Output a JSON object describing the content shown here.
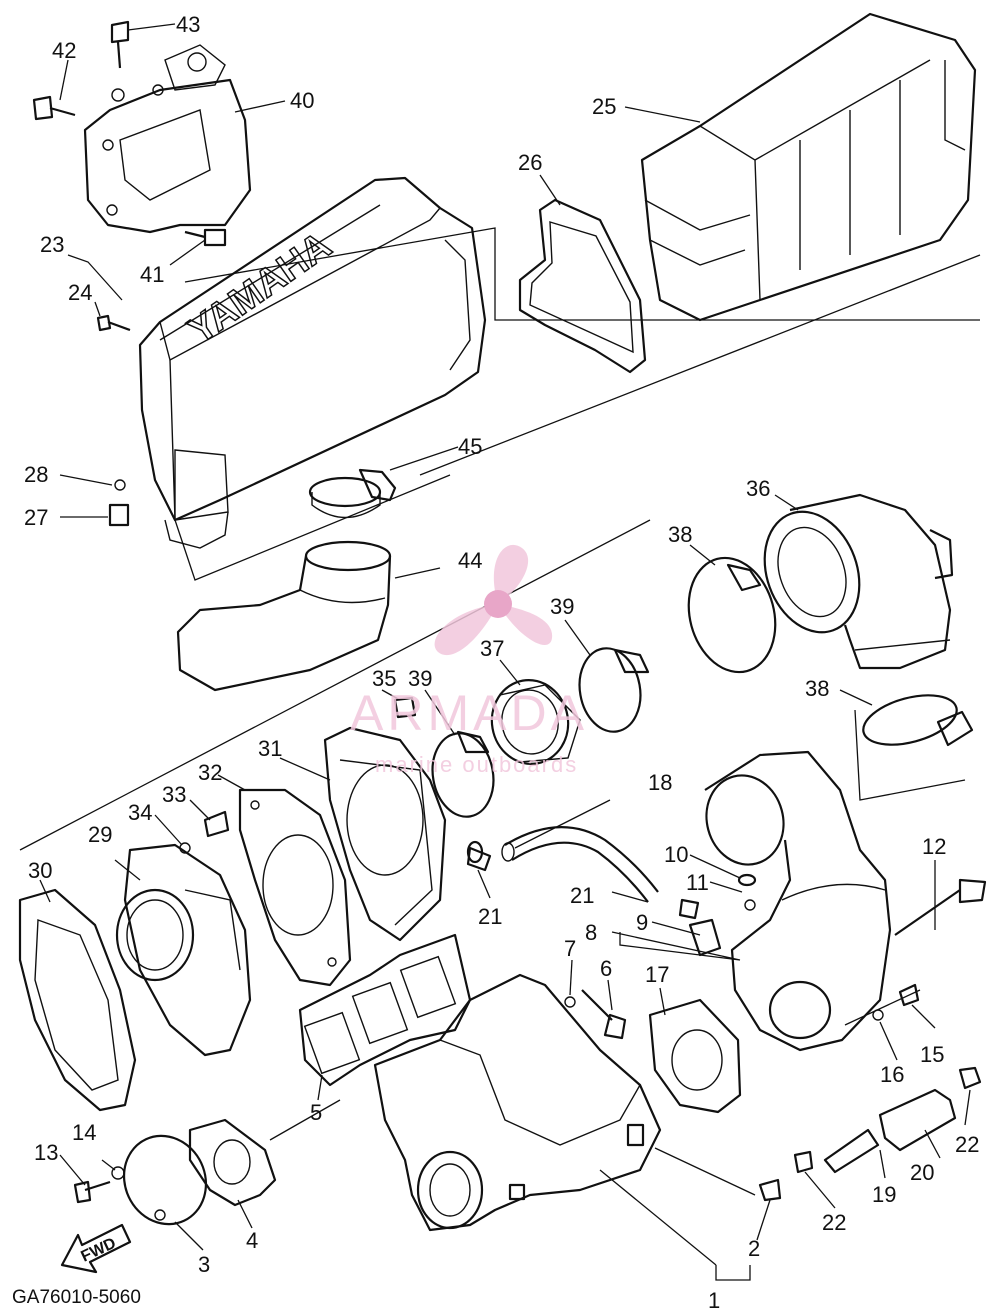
{
  "diagram": {
    "code": "GA76010-5060",
    "fwd_label": "FWD",
    "brand_on_box": "YAMAHA",
    "callouts": [
      "1",
      "2",
      "3",
      "4",
      "5",
      "6",
      "7",
      "8",
      "9",
      "10",
      "11",
      "12",
      "13",
      "14",
      "15",
      "16",
      "17",
      "18",
      "19",
      "20",
      "21",
      "21",
      "22",
      "22",
      "23",
      "24",
      "25",
      "26",
      "27",
      "28",
      "29",
      "30",
      "31",
      "32",
      "33",
      "34",
      "35",
      "36",
      "37",
      "38",
      "38",
      "39",
      "39",
      "40",
      "41",
      "42",
      "43",
      "44",
      "45"
    ]
  },
  "watermark": {
    "brand": "ARMADA",
    "tagline": "marine outboards",
    "color": "#e8a6c8"
  }
}
